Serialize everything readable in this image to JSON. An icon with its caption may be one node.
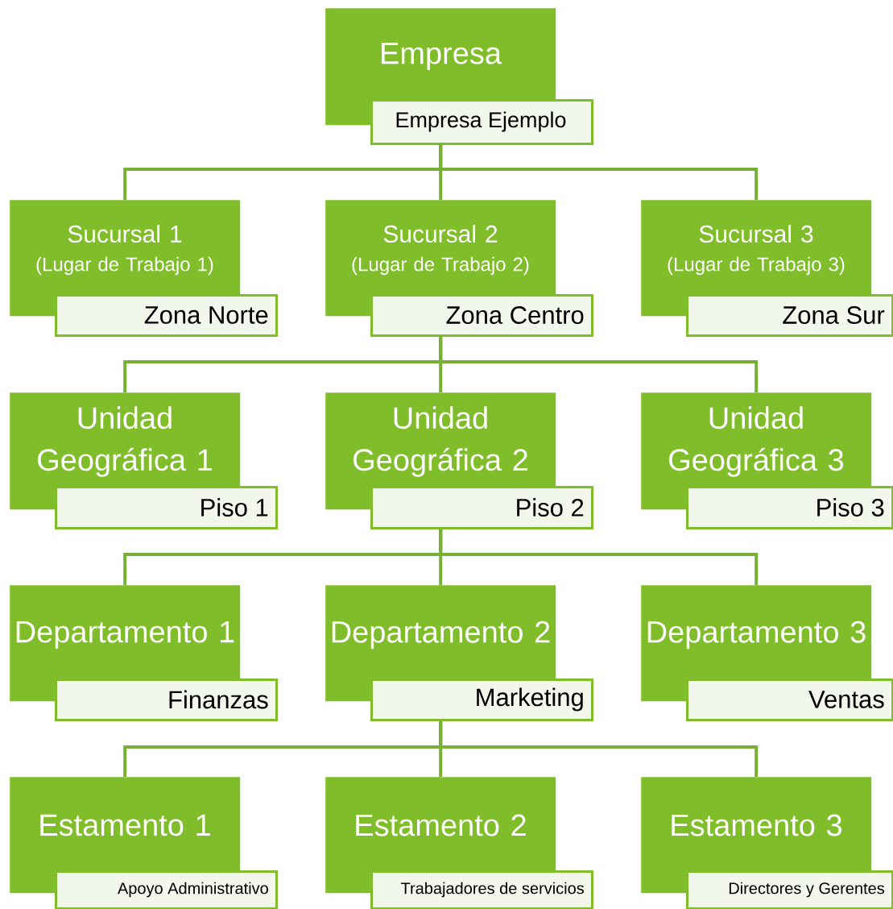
{
  "diagram": {
    "nodes": [
      {
        "text": [
          "Empresa",
          "Empresa Ejemplo"
        ]
      },
      {
        "text": [
          "Sucursal 1",
          "(Lugar de Trabajo 1)",
          "Zona Norte"
        ]
      },
      {
        "text": [
          "Sucursal 2",
          "(Lugar de Trabajo 2)",
          "Zona Centro"
        ]
      },
      {
        "text": [
          "Sucursal 3",
          "(Lugar de Trabajo 3)",
          "Zona Sur"
        ]
      },
      {
        "text": [
          "Unidad Geográfica 1",
          "Piso 1"
        ]
      },
      {
        "text": [
          "Unidad Geográfica 2",
          "Piso 2"
        ]
      },
      {
        "text": [
          "Unidad Geográfica 3",
          "Piso 3"
        ]
      },
      {
        "text": [
          "Departamento 1",
          "Finanzas"
        ]
      },
      {
        "text": [
          "Departamento 2",
          "Marketing"
        ]
      },
      {
        "text": [
          "Departamento 3",
          "Ventas"
        ]
      },
      {
        "text": [
          "Estamento 1",
          "Apoyo Administrativo"
        ]
      },
      {
        "text": [
          "Estamento 2",
          "Trabajadores de servicios"
        ]
      },
      {
        "text": [
          "Estamento 3",
          "Directores y Gerentes"
        ]
      }
    ],
    "edges": [
      {
        "from": 0,
        "to": 1,
        "arrow": "none"
      },
      {
        "from": 0,
        "to": 2,
        "arrow": "none"
      },
      {
        "from": 0,
        "to": 3,
        "arrow": "none"
      },
      {
        "from": 2,
        "to": 4,
        "arrow": "none"
      },
      {
        "from": 2,
        "to": 5,
        "arrow": "none"
      },
      {
        "from": 2,
        "to": 6,
        "arrow": "none"
      },
      {
        "from": 5,
        "to": 7,
        "arrow": "none"
      },
      {
        "from": 5,
        "to": 8,
        "arrow": "none"
      },
      {
        "from": 5,
        "to": 9,
        "arrow": "none"
      },
      {
        "from": 8,
        "to": 10,
        "arrow": "none"
      },
      {
        "from": 8,
        "to": 11,
        "arrow": "none"
      },
      {
        "from": 8,
        "to": 12,
        "arrow": "none"
      }
    ]
  }
}
